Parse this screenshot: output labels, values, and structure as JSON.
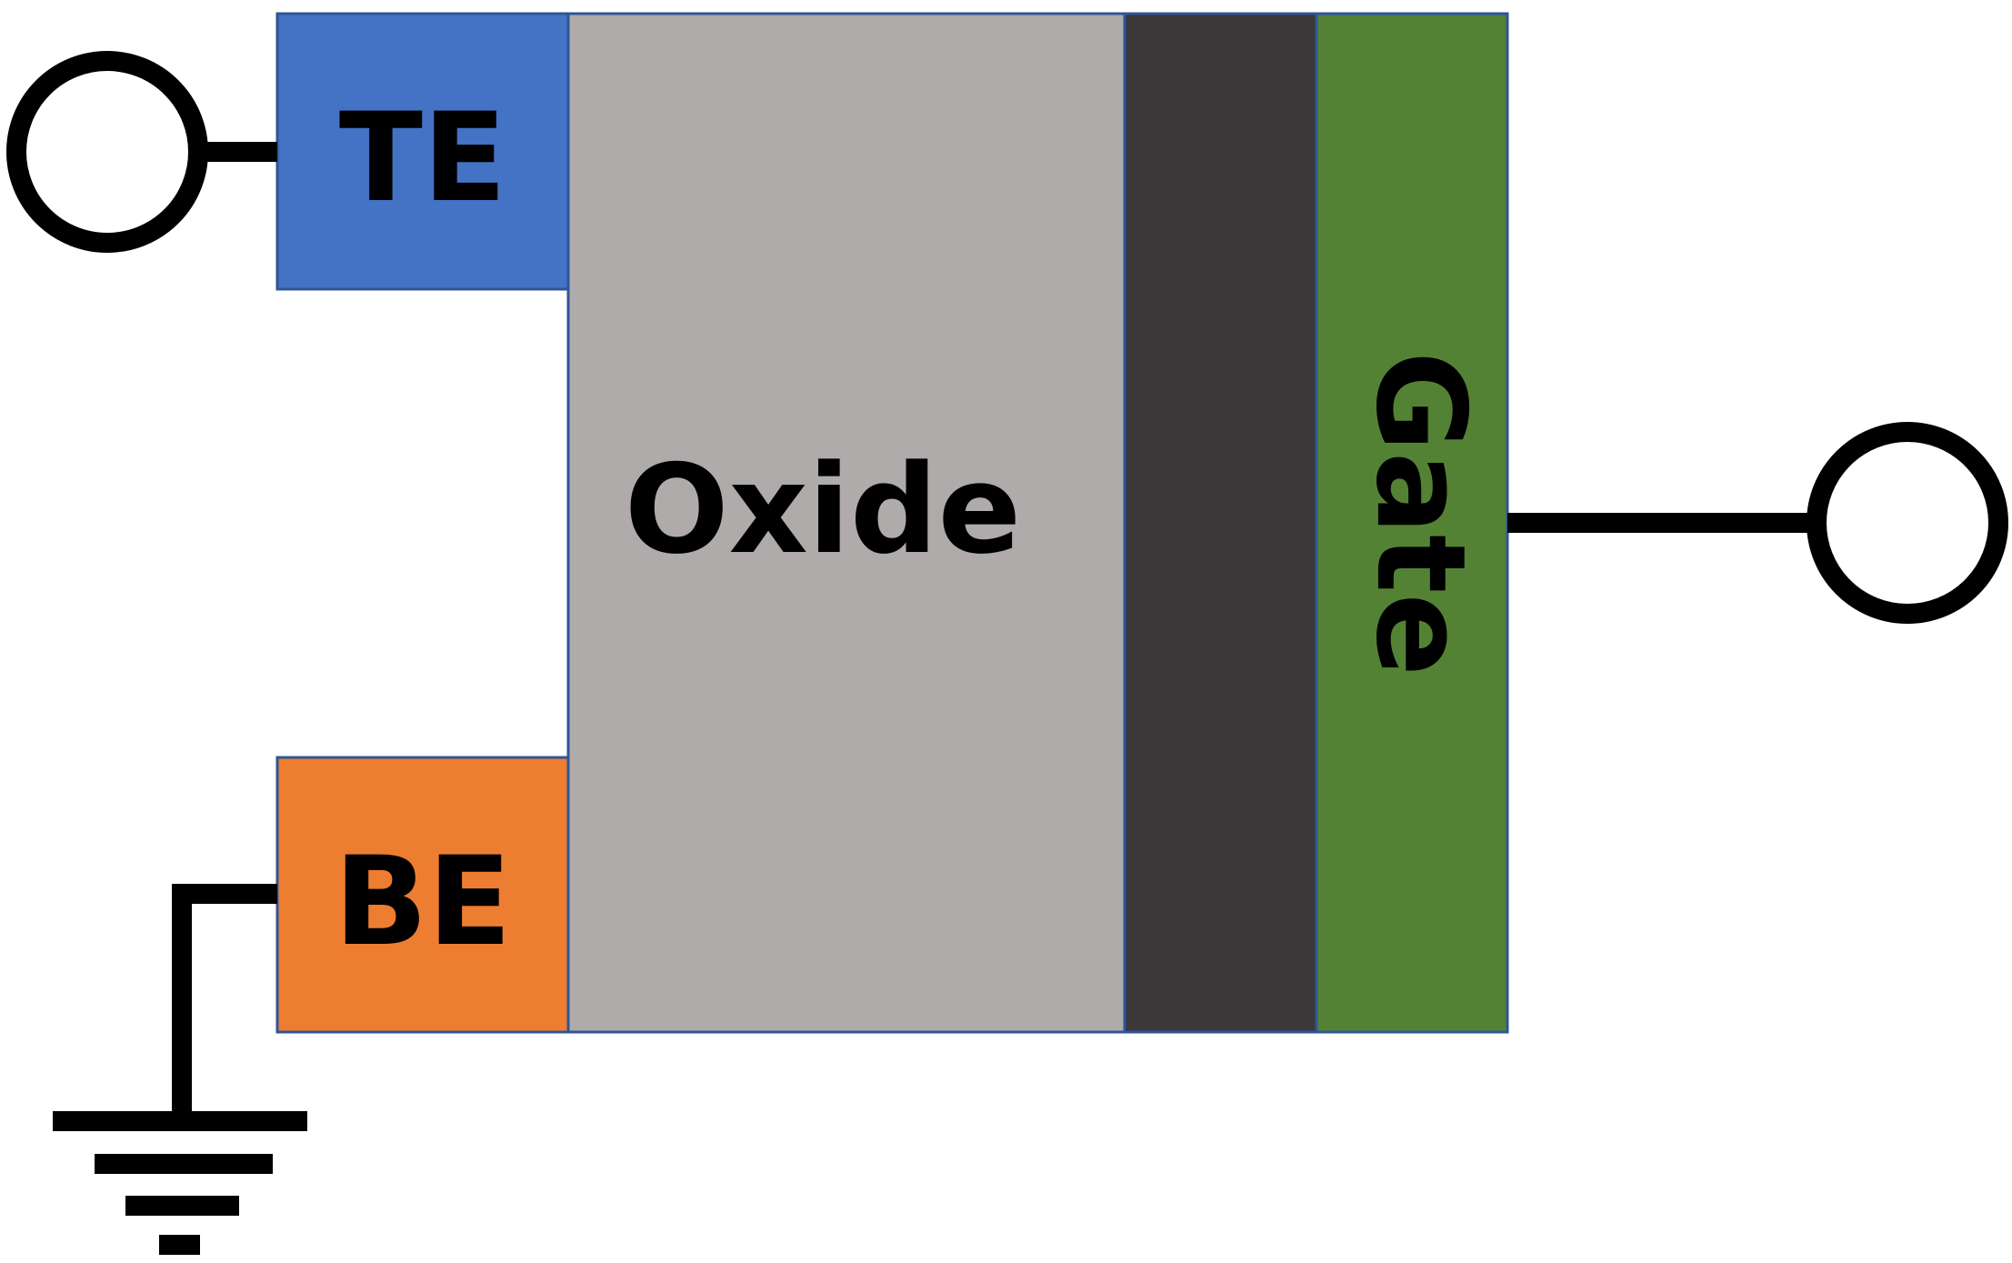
{
  "labels": {
    "top_electrode": "TE",
    "bottom_electrode": "BE",
    "oxide": "Oxide",
    "gate": "Gate"
  },
  "colors": {
    "top_electrode": "#4472C4",
    "bottom_electrode": "#ED7D31",
    "oxide": "#AFABAB",
    "dark_layer": "#3A3838",
    "gate": "#548235",
    "outline": "#2F5597",
    "wire": "#000000"
  },
  "icons": [
    "terminal-circle",
    "ground-symbol"
  ]
}
